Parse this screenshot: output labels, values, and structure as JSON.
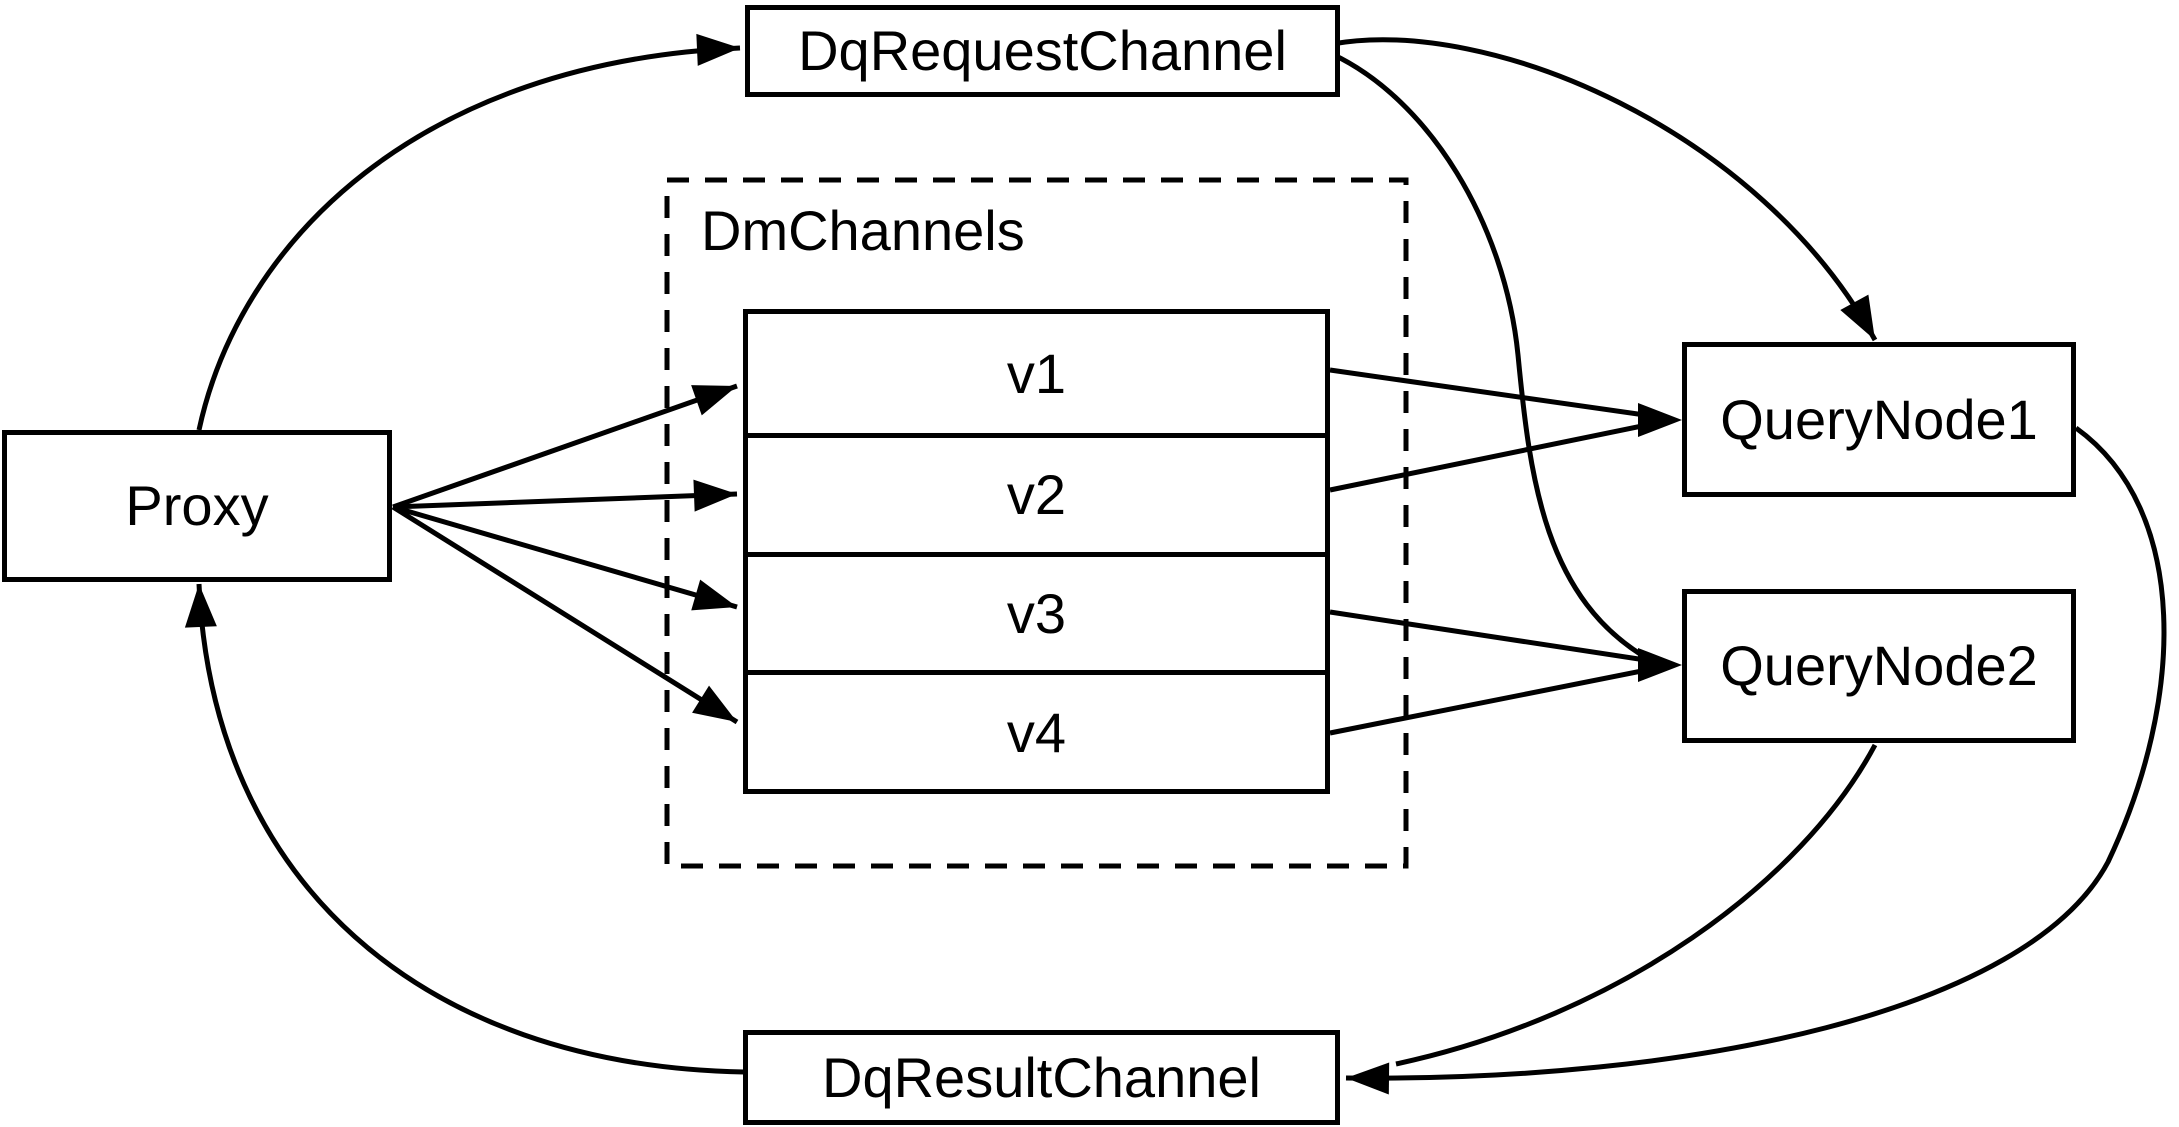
{
  "diagram": {
    "background_color": "#ffffff",
    "stroke_color": "#000000",
    "node_fill_color": "#ffffff",
    "nodes": {
      "proxy": {
        "label": "Proxy"
      },
      "dq_request_channel": {
        "label": "DqRequestChannel"
      },
      "dm_channels_group": {
        "label": "DmChannels"
      },
      "query_node_1": {
        "label": "QueryNode1"
      },
      "query_node_2": {
        "label": "QueryNode2"
      },
      "dq_result_channel": {
        "label": "DqResultChannel"
      }
    },
    "channels": [
      {
        "label": "v1"
      },
      {
        "label": "v2"
      },
      {
        "label": "v3"
      },
      {
        "label": "v4"
      }
    ],
    "edges": [
      {
        "from": "Proxy",
        "to": "DqRequestChannel"
      },
      {
        "from": "Proxy",
        "to": "v1"
      },
      {
        "from": "Proxy",
        "to": "v2"
      },
      {
        "from": "Proxy",
        "to": "v3"
      },
      {
        "from": "Proxy",
        "to": "v4"
      },
      {
        "from": "v1",
        "to": "QueryNode1"
      },
      {
        "from": "v2",
        "to": "QueryNode1"
      },
      {
        "from": "v3",
        "to": "QueryNode2"
      },
      {
        "from": "v4",
        "to": "QueryNode2"
      },
      {
        "from": "DqRequestChannel",
        "to": "QueryNode1"
      },
      {
        "from": "DqRequestChannel",
        "to": "QueryNode2"
      },
      {
        "from": "QueryNode1",
        "to": "DqResultChannel"
      },
      {
        "from": "QueryNode2",
        "to": "DqResultChannel"
      },
      {
        "from": "DqResultChannel",
        "to": "Proxy"
      }
    ]
  }
}
